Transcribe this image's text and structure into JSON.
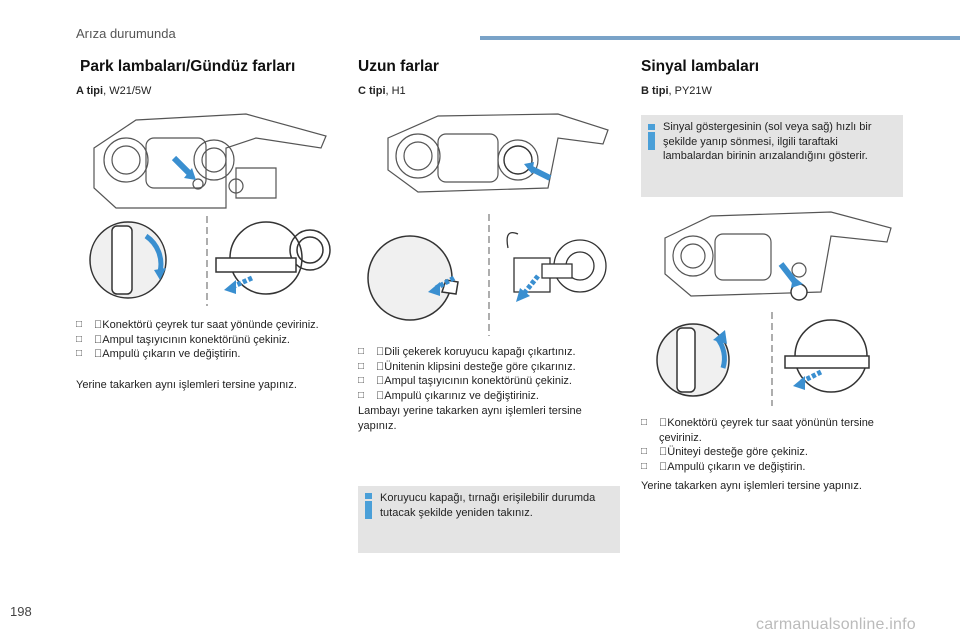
{
  "header": {
    "section": "Arıza durumunda"
  },
  "page_number": "198",
  "watermark": "carmanualsonline.info",
  "columns": [
    {
      "title": "Park lambaları/Gündüz farları",
      "type_bold": "A tipi",
      "type_rest": ", W21/5W",
      "steps": [
        "Konektörü çeyrek tur saat yönünde çeviriniz.",
        "Ampul taşıyıcının konektörünü çekiniz.",
        "Ampulü çıkarın ve değiştirin."
      ],
      "closing": "Yerine takarken aynı işlemleri tersine yapınız."
    },
    {
      "title": "Uzun farlar",
      "type_bold": "C tipi",
      "type_rest": ", H1",
      "steps": [
        "Dili çekerek koruyucu kapağı çıkartınız.",
        "Ünitenin klipsini desteğe göre çıkarınız.",
        "Ampul taşıyıcının konektörünü çekiniz.",
        "Ampulü çıkarınız ve değiştiriniz."
      ],
      "closing": "Lambayı yerine takarken aynı işlemleri tersine yapınız.",
      "info": "Koruyucu kapağı, tırnağı erişilebilir durumda tutacak şekilde yeniden takınız."
    },
    {
      "title": "Sinyal lambaları",
      "type_bold": "B tipi",
      "type_rest": ", PY21W",
      "info": "Sinyal göstergesinin (sol veya sağ) hızlı bir şekilde yanıp sönmesi, ilgili taraftaki lambalardan birinin arızalandığını gösterir.",
      "steps": [
        "Konektörü çeyrek tur saat yönünün tersine çeviriniz.",
        "Üniteyi desteğe göre çekiniz.",
        "Ampulü çıkarın ve değiştirin."
      ],
      "closing": "Yerine takarken aynı işlemleri tersine yapınız."
    }
  ],
  "colors": {
    "accent_bar": "#7aa3c8",
    "arrow_blue": "#3a8fd0",
    "info_bg": "#e4e4e4",
    "info_icon": "#4a9fd8"
  },
  "icons": {
    "bullet": "square-bullet-icon",
    "info": "info-icon"
  }
}
